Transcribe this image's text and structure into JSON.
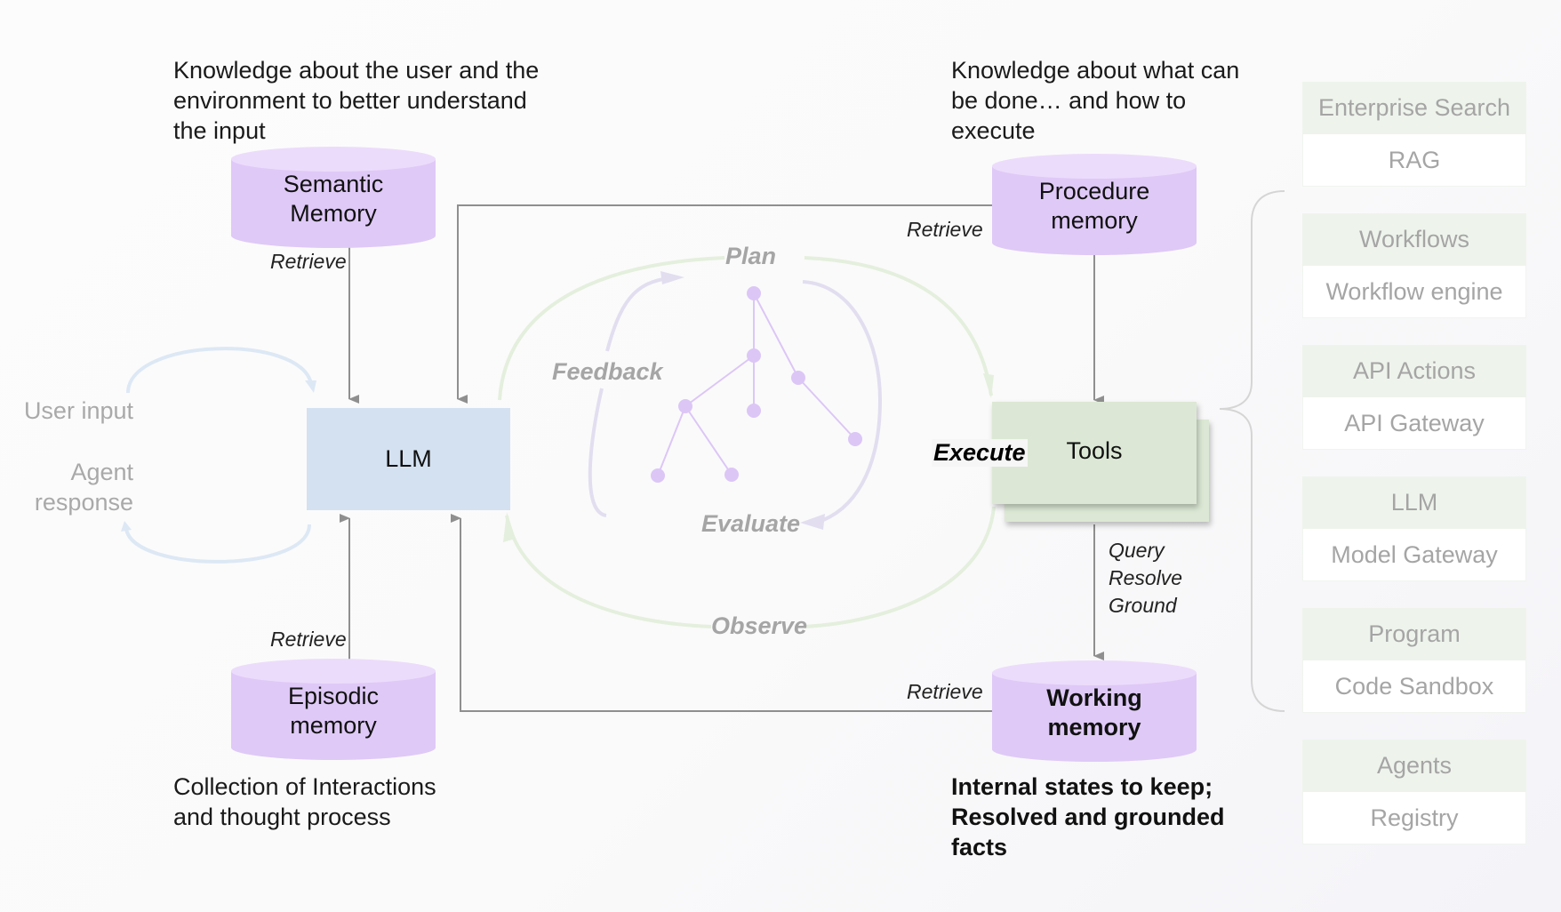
{
  "descriptions": {
    "semantic": "Knowledge about the user and the environment to better understand the input",
    "procedure": "Knowledge about what can be done… and how to execute",
    "episodic": "Collection of Interactions and thought process",
    "working": "Internal states to keep; Resolved and grounded facts"
  },
  "memories": {
    "semantic": {
      "line1": "Semantic",
      "line2": "Memory"
    },
    "procedure": {
      "line1": "Procedure",
      "line2": "memory"
    },
    "episodic": {
      "line1": "Episodic",
      "line2": "memory"
    },
    "working": {
      "line1": "Working",
      "line2": "memory"
    }
  },
  "nodes": {
    "llm": "LLM",
    "tools": "Tools"
  },
  "edge_labels": {
    "retrieve_semantic": "Retrieve",
    "retrieve_procedure": "Retrieve",
    "retrieve_episodic": "Retrieve",
    "retrieve_working": "Retrieve",
    "execute": "Execute",
    "query": "Query",
    "resolve": "Resolve",
    "ground": "Ground"
  },
  "loop_labels": {
    "plan": "Plan",
    "feedback": "Feedback",
    "evaluate": "Evaluate",
    "observe": "Observe"
  },
  "io_labels": {
    "user_input": "User input",
    "agent_response_line1": "Agent",
    "agent_response_line2": "response"
  },
  "tool_stack": [
    {
      "category": "Enterprise Search",
      "implementation": "RAG"
    },
    {
      "category": "Workflows",
      "implementation": "Workflow engine"
    },
    {
      "category": "API Actions",
      "implementation": "API Gateway"
    },
    {
      "category": "LLM",
      "implementation": "Model Gateway"
    },
    {
      "category": "Program",
      "implementation": "Code Sandbox"
    },
    {
      "category": "Agents",
      "implementation": "Registry"
    }
  ],
  "colors": {
    "memory": "#dfc9f7",
    "llm": "#d4e1f1",
    "tools": "#dce8d5",
    "arrow": "#8f8f8f",
    "outer_loop": "#e4efdd",
    "inner_loop": "#e2def0",
    "tree": "#dcc6f6",
    "io_loop": "#dde8f5"
  }
}
